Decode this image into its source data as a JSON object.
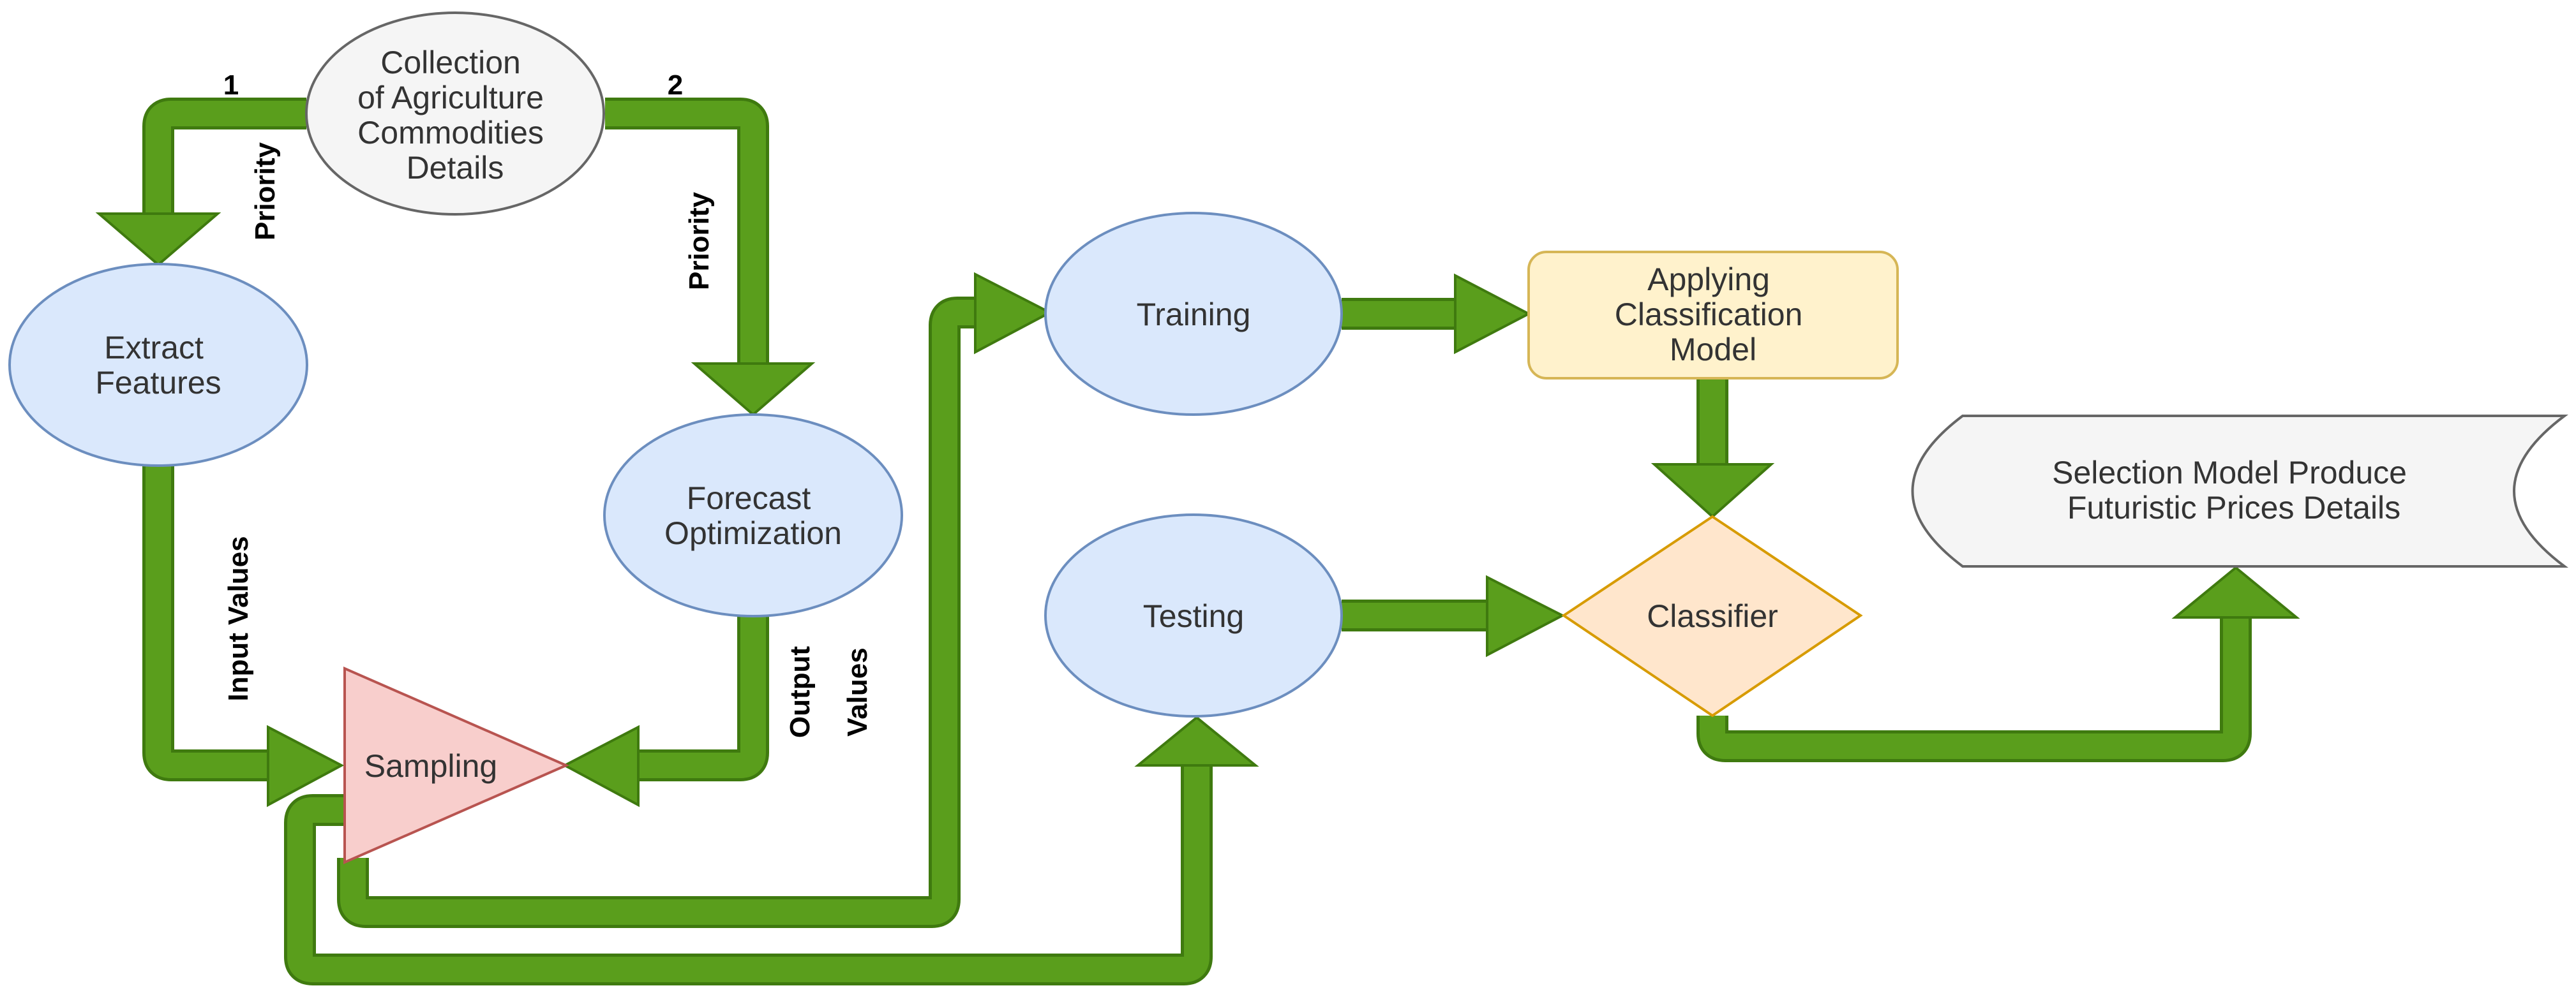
{
  "colors": {
    "arrow_green": "#5a9e1c",
    "arrow_green_dark": "#3f7a0f",
    "process_fill": "#dae8fc",
    "process_stroke": "#6c8ebf",
    "start_fill": "#f5f5f5",
    "start_stroke": "#666666",
    "sampling_fill": "#f8cecc",
    "sampling_stroke": "#b85450",
    "model_fill": "#fff2cc",
    "model_stroke": "#d6b656",
    "classifier_fill": "#ffe6cc",
    "classifier_stroke": "#d79b00",
    "output_fill": "#f5f5f5",
    "output_stroke": "#666666"
  },
  "nodes": {
    "collection": {
      "lines": [
        "Collection",
        "of Agriculture",
        "Commodities",
        "Details"
      ]
    },
    "extract": {
      "lines": [
        "Extract",
        "Features"
      ]
    },
    "forecast": {
      "lines": [
        "Forecast",
        "Optimization"
      ]
    },
    "sampling": {
      "lines": [
        "Sampling"
      ]
    },
    "training": {
      "lines": [
        "Training"
      ]
    },
    "testing": {
      "lines": [
        "Testing"
      ]
    },
    "model": {
      "lines": [
        "Applying",
        "Classification",
        "Model"
      ]
    },
    "classifier": {
      "lines": [
        "Classifier"
      ]
    },
    "output": {
      "lines": [
        "Selection Model Produce",
        "Futuristic Prices Details"
      ]
    }
  },
  "edge_labels": {
    "num_1": "1",
    "num_2": "2",
    "priority_left": "Priority",
    "priority_right": "Priority",
    "input_values": "Input Values",
    "output_values_line1": "Output",
    "output_values_line2": "Values"
  }
}
